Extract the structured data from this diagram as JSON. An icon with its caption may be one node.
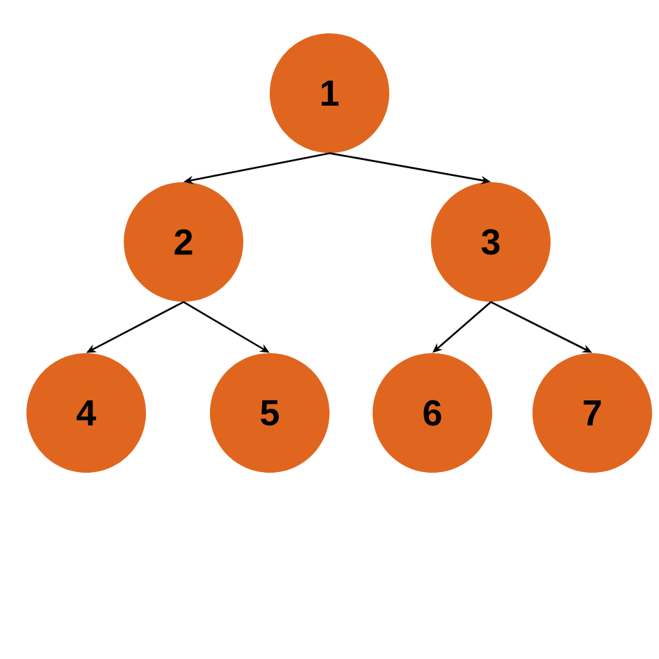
{
  "diagram": {
    "nodes": [
      {
        "text": [
          "1"
        ]
      },
      {
        "text": [
          "2"
        ]
      },
      {
        "text": [
          "3"
        ]
      },
      {
        "text": [
          "4"
        ]
      },
      {
        "text": [
          "5"
        ]
      },
      {
        "text": [
          "6"
        ]
      },
      {
        "text": [
          "7"
        ]
      }
    ],
    "edges": [
      {
        "from": 0,
        "to": 1,
        "arrow": "to"
      },
      {
        "from": 0,
        "to": 2,
        "arrow": "to"
      },
      {
        "from": 1,
        "to": 3,
        "arrow": "to"
      },
      {
        "from": 1,
        "to": 4,
        "arrow": "to"
      },
      {
        "from": 2,
        "to": 5,
        "arrow": "to"
      },
      {
        "from": 2,
        "to": 6,
        "arrow": "to"
      }
    ]
  }
}
